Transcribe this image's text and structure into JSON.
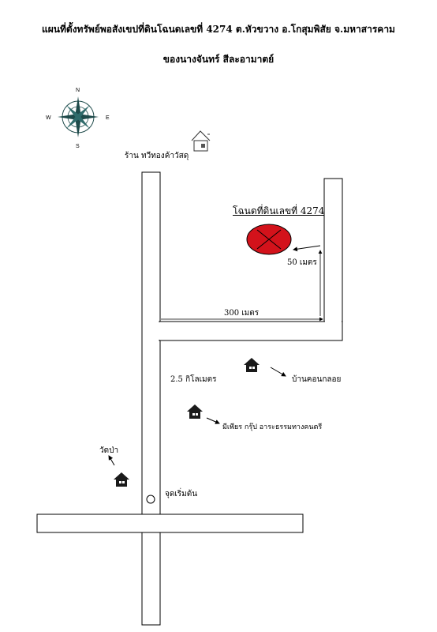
{
  "title": {
    "line1": "แผนที่ตั้งทรัพย์พอสังเขปที่ดินโฉนดเลขที่ 4274 ต.หัวขวาง อ.โกสุมพิสัย จ.มหาสารคาม",
    "line2": "ของนางจันทร์ สีละอามาตย์"
  },
  "compass": {
    "n": "N",
    "s": "S",
    "e": "E",
    "w": "W"
  },
  "labels": {
    "shop": "ร้าน ทวีทองค้าวัสดุ",
    "parcel": "โฉนดที่ดินเลขที่ 4274",
    "dist_50": "50 เมตร",
    "dist_300": "300 เมตร",
    "dist_25km": "2.5 กิโลเมตร",
    "ban_khon": "บ้านคอนกลอย",
    "mephia": "มีเพียร กรุ๊ป อาระธรรมทางคนตรี",
    "wat_pa": "วัดป่า",
    "start": "จุดเริ่มต้น"
  },
  "colors": {
    "parcel_fill": "#d3121b",
    "road_stroke": "#000000",
    "house": "#1a1a1a"
  },
  "icons": [
    "compass-rose-icon",
    "house-icon",
    "start-point-icon",
    "parcel-marker-icon"
  ]
}
